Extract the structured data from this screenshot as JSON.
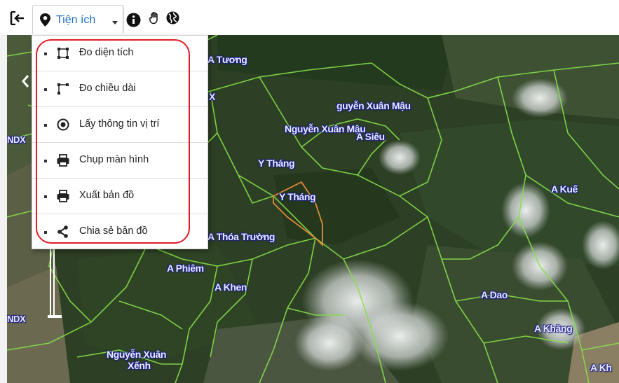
{
  "toolbar": {
    "dropdown_label": "Tiện ích",
    "icons": [
      "exit-icon",
      "map-pin-icon",
      "caret-down-icon",
      "info-icon",
      "pan-hand-icon",
      "globe-icon"
    ]
  },
  "menu": {
    "items": [
      {
        "label": "Đo diện tích",
        "icon": "measure-area-icon"
      },
      {
        "label": "Đo chiều dài",
        "icon": "measure-length-icon"
      },
      {
        "label": "Lấy thông tin vị trí",
        "icon": "target-icon"
      },
      {
        "label": "Chụp màn hình",
        "icon": "printer-icon"
      },
      {
        "label": "Xuất bản đồ",
        "icon": "printer-icon"
      },
      {
        "label": "Chia sẻ bản đồ",
        "icon": "share-icon"
      }
    ]
  },
  "map": {
    "labels": [
      "A Tương",
      "X",
      "NDX",
      "guyễn Xuân Mậu",
      "Nguyễn Xuân Mậu",
      "A Siêu",
      "Y Tháng",
      "Y Tháng",
      "A Kuế",
      "A Thóa Trường",
      "A Phiêm",
      "A Khen",
      "A Dao",
      "A Khăng",
      "NDX",
      "Nguyễn Xuân",
      "Xếnh",
      "A Kh"
    ],
    "colors": {
      "parcel_lines": "#86e04a",
      "highlight_parcel": "#e08a3a",
      "label_text": "#e9eaff",
      "label_outline": "#1b1f8a"
    }
  },
  "highlight_color": "#e01c27"
}
